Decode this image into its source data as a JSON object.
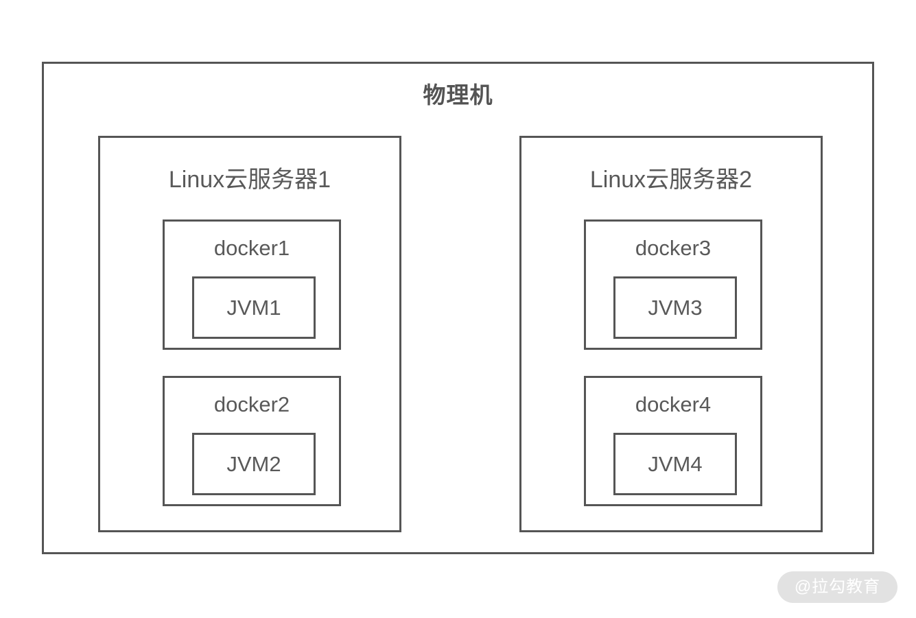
{
  "diagram": {
    "title": "物理机",
    "servers": [
      {
        "label": "Linux云服务器1",
        "dockers": [
          {
            "label": "docker1",
            "jvm": {
              "label": "JVM1"
            }
          },
          {
            "label": "docker2",
            "jvm": {
              "label": "JVM2"
            }
          }
        ]
      },
      {
        "label": "Linux云服务器2",
        "dockers": [
          {
            "label": "docker3",
            "jvm": {
              "label": "JVM3"
            }
          },
          {
            "label": "docker4",
            "jvm": {
              "label": "JVM4"
            }
          }
        ]
      }
    ]
  },
  "watermark": {
    "text": "@拉勾教育"
  },
  "colors": {
    "border": "#555555",
    "text": "#595959",
    "title_text": "#545454",
    "background": "#ffffff",
    "watermark_pill": "#e2e2e2",
    "watermark_text": "#ffffff"
  }
}
